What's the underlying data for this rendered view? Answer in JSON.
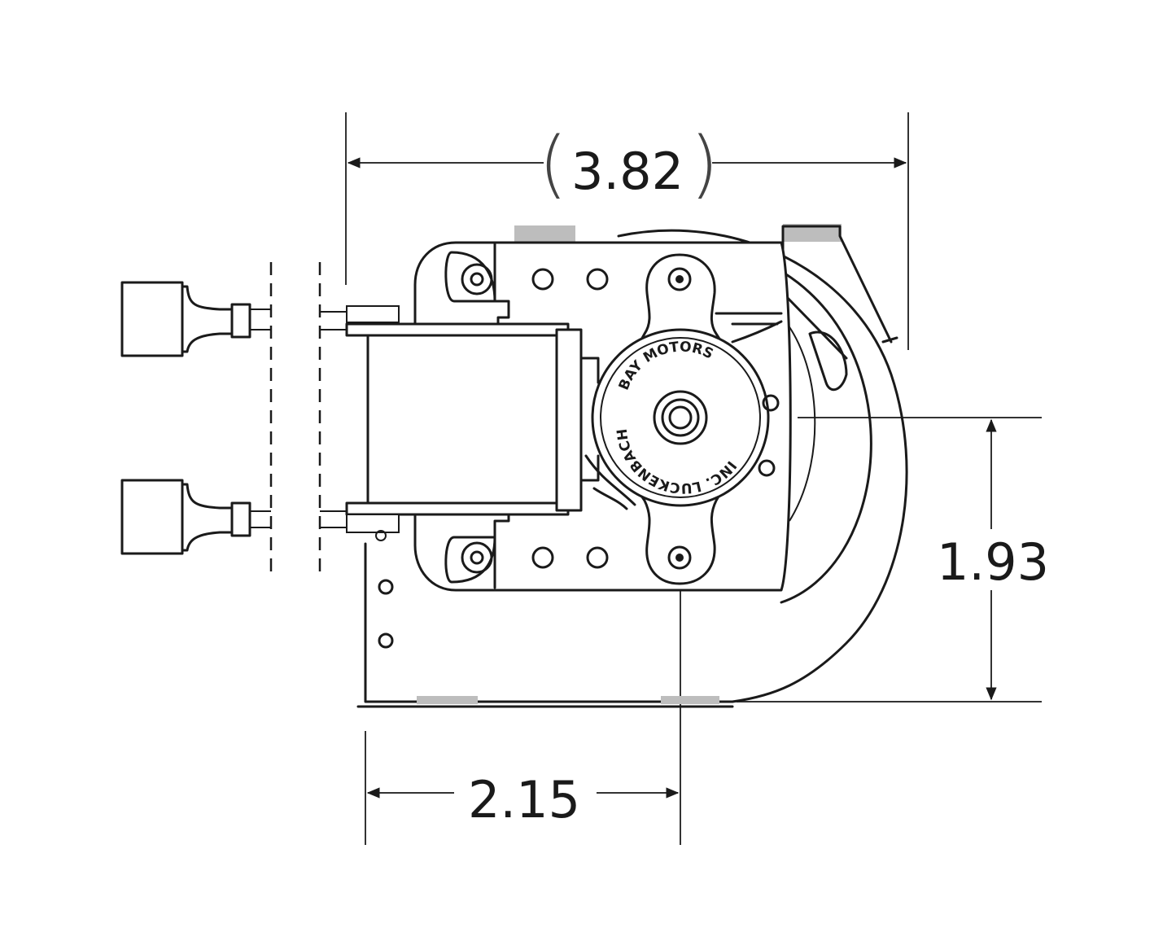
{
  "dimensions": {
    "overall_width": "3.82",
    "shaft_to_base": "1.93",
    "edge_to_shaft": "2.15"
  },
  "logo": {
    "line1": "BAY MOTORS",
    "line2": "INC. LUCKENBACH"
  },
  "colors": {
    "line": "#1a1a1a",
    "tab_fill": "#bdbdbd"
  }
}
